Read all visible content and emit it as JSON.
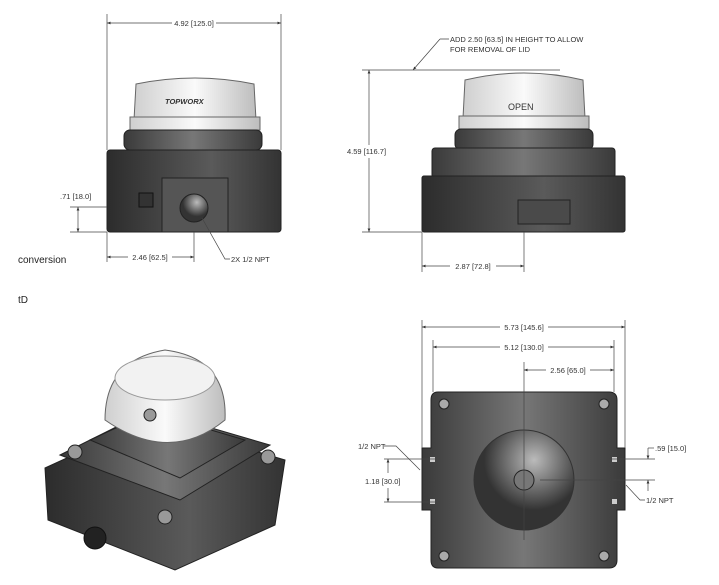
{
  "front_view": {
    "width_dim": "4.92 [125.0]",
    "port_height_dim": ".71 [18.0]",
    "port_offset_dim": "2.46 [62.5]",
    "port_callout": "2X 1/2 NPT",
    "lid_text": "TOPWORX"
  },
  "side_view": {
    "note_line1": "ADD 2.50 [63.5] IN HEIGHT TO ALLOW",
    "note_line2": "FOR REMOVAL OF LID",
    "height_dim": "4.59 [116.7]",
    "offset_dim": "2.87 [72.8]",
    "lid_text": "OPEN"
  },
  "bottom_view": {
    "overall_width_dim": "5.73 [145.6]",
    "mount_width_dim": "5.12 [130.0]",
    "half_width_dim": "2.56 [65.0]",
    "left_port_callout": "1/2 NPT",
    "right_port_callout": "1/2 NPT",
    "mount_height_dim": "1.18 [30.0]",
    "mount_offset_dim": ".59 [15.0]"
  },
  "labels": {
    "conversion": "conversion",
    "view_3d": "tD"
  }
}
